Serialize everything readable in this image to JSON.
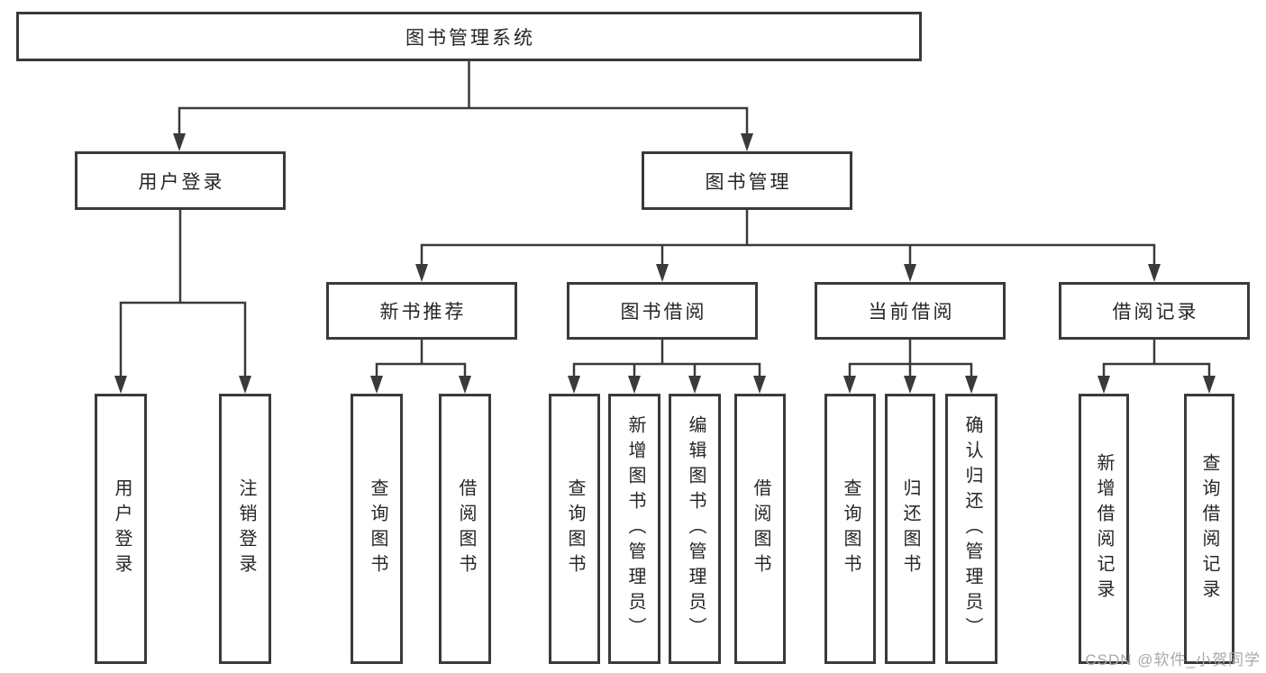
{
  "title": "图书管理系统",
  "watermark": "CSDN @软件_小贺同学",
  "colors": {
    "line": "#3a3a3a",
    "box_border": "#3a3a3a",
    "text": "#262626",
    "watermark": "#a9a9a9",
    "background": "#ffffff"
  },
  "nodes": {
    "root": "图书管理系统",
    "user_login": {
      "label": "用户登录",
      "leaves": [
        "用户登录",
        "注销登录"
      ]
    },
    "book_mgmt": {
      "label": "图书管理",
      "modules": [
        {
          "label": "新书推荐",
          "leaves": [
            "查询图书",
            "借阅图书"
          ]
        },
        {
          "label": "图书借阅",
          "leaves": [
            "查询图书",
            "新增图书（管理员）",
            "编辑图书（管理员）",
            "借阅图书"
          ]
        },
        {
          "label": "当前借阅",
          "leaves": [
            "查询图书",
            "归还图书",
            "确认归还（管理员）"
          ]
        },
        {
          "label": "借阅记录",
          "leaves": [
            "新增借阅记录",
            "查询借阅记录"
          ]
        }
      ]
    }
  }
}
